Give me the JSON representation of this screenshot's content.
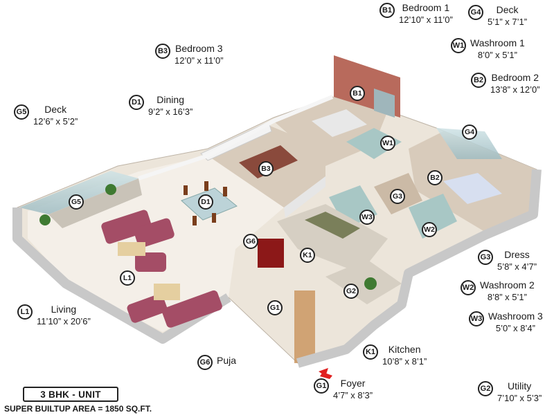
{
  "unit_label": "3 BHK - UNIT",
  "area_label": "SUPER BUILTUP AREA = 1850 SQ.FT.",
  "rooms": {
    "B1": {
      "code": "B1",
      "name": "Bedroom 1",
      "dim": "12’10” x 11’0”"
    },
    "G4": {
      "code": "G4",
      "name": "Deck",
      "dim": "5’1” x 7’1”"
    },
    "W1": {
      "code": "W1",
      "name": "Washroom 1",
      "dim": "8’0” x 5’1”"
    },
    "B3": {
      "code": "B3",
      "name": "Bedroom 3",
      "dim": "12’0” x 11’0”"
    },
    "B2": {
      "code": "B2",
      "name": "Bedroom 2",
      "dim": "13’8” x 12’0”"
    },
    "D1": {
      "code": "D1",
      "name": "Dining",
      "dim": "9’2” x 16’3”"
    },
    "G5": {
      "code": "G5",
      "name": "Deck",
      "dim": "12’6” x 5’2”"
    },
    "G3": {
      "code": "G3",
      "name": "Dress",
      "dim": "5’8” x 4’7”"
    },
    "W2": {
      "code": "W2",
      "name": "Washroom 2",
      "dim": "8’8” x 5’1”"
    },
    "W3": {
      "code": "W3",
      "name": "Washroom 3",
      "dim": "5’0” x 8’4”"
    },
    "L1": {
      "code": "L1",
      "name": "Living",
      "dim": "11’10” x 20’6”"
    },
    "K1": {
      "code": "K1",
      "name": "Kitchen",
      "dim": "10’8” x 8’1”"
    },
    "G6": {
      "code": "G6",
      "name": "Puja"
    },
    "G1": {
      "code": "G1",
      "name": "Foyer",
      "dim": "4’7” x 8’3”"
    },
    "G2": {
      "code": "G2",
      "name": "Utility",
      "dim": "7’10” x 5’3”"
    }
  },
  "colors": {
    "wall": "#f2f2f2",
    "wall_side": "#d9d9d9",
    "floor": "#ece5da",
    "accent_wall": "#b86a5c",
    "marker_arrow": "#e02020"
  }
}
